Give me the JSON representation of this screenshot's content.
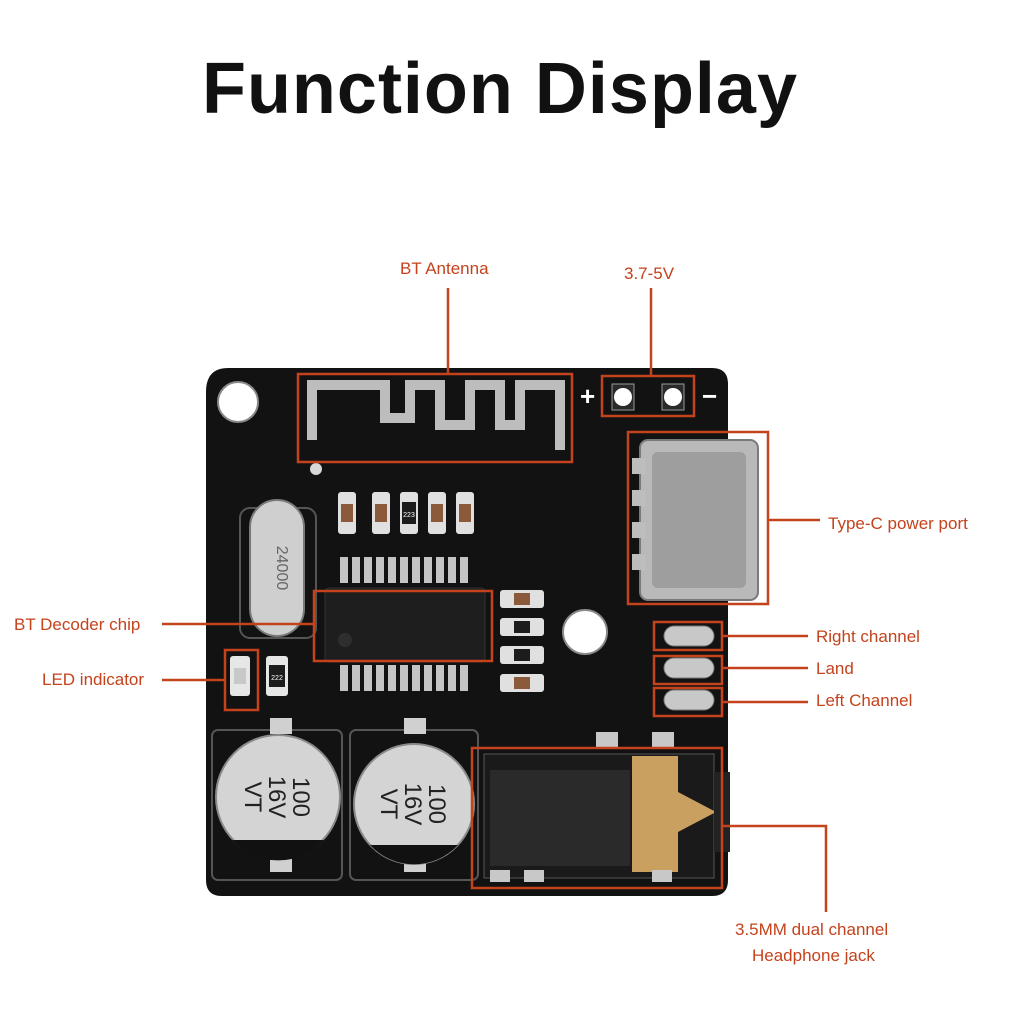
{
  "title": "Function Display",
  "labels": {
    "bt_antenna": "BT Antenna",
    "voltage": "3.7-5V",
    "type_c": "Type-C power port",
    "bt_decoder": "BT Decoder chip",
    "led": "LED indicator",
    "right_channel": "Right channel",
    "land": "Land",
    "left_channel": "Left Channel",
    "jack_line1": "3.5MM dual channel",
    "jack_line2": "Headphone jack"
  },
  "markings": {
    "plus": "+",
    "minus": "−",
    "crystal": "24000",
    "resistor_a": "223",
    "resistor_b": "222",
    "cap_line1": "100",
    "cap_line2": "16V",
    "cap_line3": "VT"
  },
  "colors": {
    "callout": "#c4421c",
    "board": "#121212",
    "silver": "#c9c9c9",
    "gold": "#c9a060"
  }
}
